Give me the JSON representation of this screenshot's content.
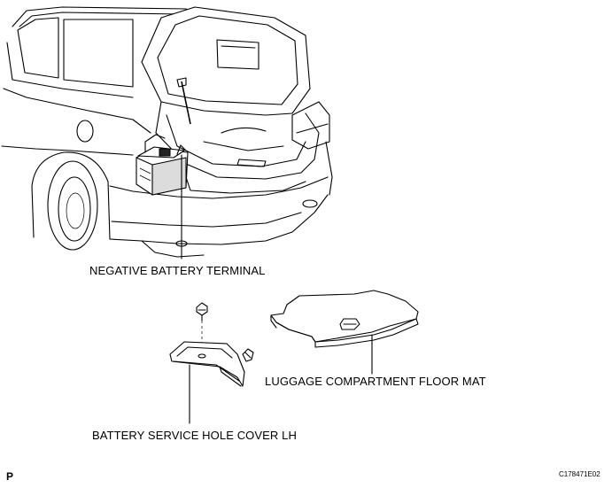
{
  "labels": {
    "negative_terminal": "NEGATIVE BATTERY TERMINAL",
    "floor_mat": "LUGGAGE COMPARTMENT FLOOR MAT",
    "service_cover": "BATTERY SERVICE HOLE COVER LH",
    "corner_mark": "P",
    "figure_code": "C178471E02"
  }
}
